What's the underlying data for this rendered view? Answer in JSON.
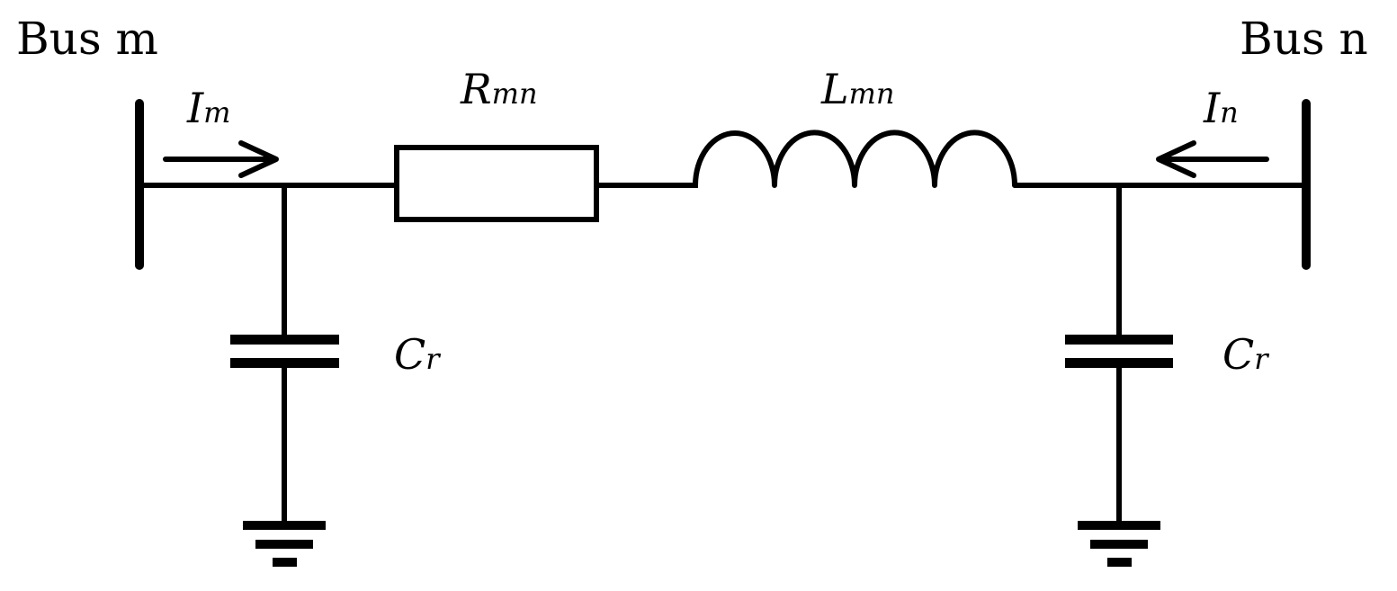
{
  "bus_m": {
    "label": "Bus m"
  },
  "bus_n": {
    "label": "Bus n"
  },
  "current_m": {
    "symbol": "I",
    "subscript": "m"
  },
  "current_n": {
    "symbol": "I",
    "subscript": "n"
  },
  "resistor": {
    "symbol": "R",
    "subscript": "mn"
  },
  "inductor": {
    "symbol": "L",
    "subscript": "mn"
  },
  "capacitor_left": {
    "symbol": "C",
    "subscript": "r"
  },
  "capacitor_right": {
    "symbol": "C",
    "subscript": "r"
  }
}
